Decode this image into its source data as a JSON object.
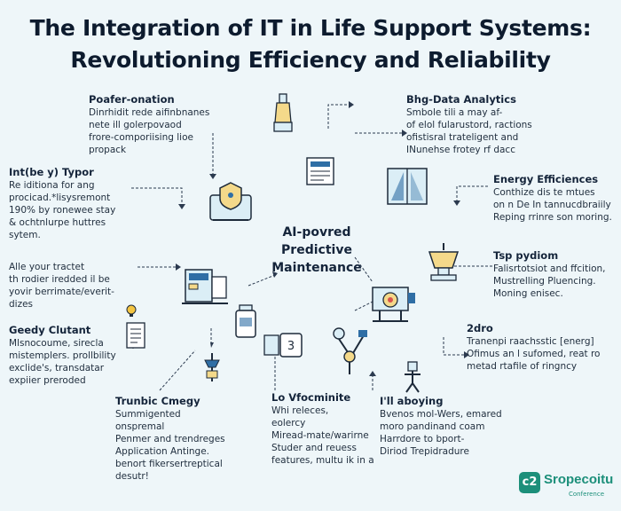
{
  "title": {
    "line1": "The Integration of IT in Life Support Systems:",
    "line2": "Revolutioning Efficiency and Reliability"
  },
  "center": {
    "line1": "AI-povred",
    "line2": "Predictive",
    "line3": "Maintenance"
  },
  "blocks": {
    "poafer": {
      "heading": "Poafer-onation",
      "lines": [
        "Dinrhidit rede aifinbnanes",
        "nete ill golerpovaod",
        "frore-comporiising lioe",
        "propack"
      ]
    },
    "bigdata": {
      "heading": "Bhg-Data Analytics",
      "lines": [
        "Smbole tili a may af-",
        "of elol fularustord, ractions",
        "ofistisral trateligent and",
        "INunehse frotey rf dacc"
      ]
    },
    "integ": {
      "heading": "Int(be y) Typor",
      "lines": [
        "Re iditiona for ang",
        "procicad.*lisysremont",
        "190% by ronewee stay",
        "& ochtnlurpe huttres",
        "sytem."
      ]
    },
    "energy": {
      "heading": "Energy Efficiences",
      "lines": [
        "Conthize dis te mtues",
        "on n De In tannucdbraiily",
        "Reping rrinre son moring."
      ]
    },
    "alle": {
      "lines": [
        "Alle your tractet",
        "th rodier iredded il be",
        "yovir berrimate/everit-",
        "dizes"
      ]
    },
    "tsp": {
      "heading": "Tsp pydiom",
      "lines": [
        "Falisrtotsiot and ffcition,",
        "Mustrelling Pluencing.",
        "Moning enisec."
      ]
    },
    "geedy": {
      "heading": "Geedy Clutant",
      "lines": [
        "Mlsnocoume, sirecla",
        "mistemplers. prollbility",
        "exclide's, transdatar",
        "expiier preroded"
      ]
    },
    "zdro": {
      "heading": "2dro",
      "lines": [
        "Tranenpi raachsstic [energ]",
        "Ofimus an l sufomed, reat ro",
        "metad rtafile of ringncy"
      ]
    },
    "trunbic": {
      "heading": "Trunbic Cmegy",
      "lines": [
        "Summigented",
        "onspremal",
        "Penmer and trendreges",
        "Application Antinge.",
        "benort fikersertreptical",
        "desutr!"
      ]
    },
    "lo": {
      "heading": "Lo Vfocminite",
      "lines": [
        "Whi releces,",
        "eolercy",
        "Miread-mate/warirne",
        "Studer and reuess",
        "features, multu ik in a"
      ]
    },
    "ifl": {
      "heading": "I'll aboying",
      "lines": [
        "Bvenos mol-Wers, emared",
        "moro pandinand coam",
        "Harrdore to bport-",
        "Diriod Trepidradure"
      ]
    }
  },
  "icon_badge": "3",
  "logo": {
    "mark": "c2",
    "name": "Sropecoitu",
    "sub": "Conference"
  },
  "colors": {
    "ink": "#1d2a3a",
    "line": "#2b3a4f",
    "accent_blue": "#2f6ea5",
    "accent_teal": "#1c8f7a",
    "background": "#eef6f9"
  }
}
